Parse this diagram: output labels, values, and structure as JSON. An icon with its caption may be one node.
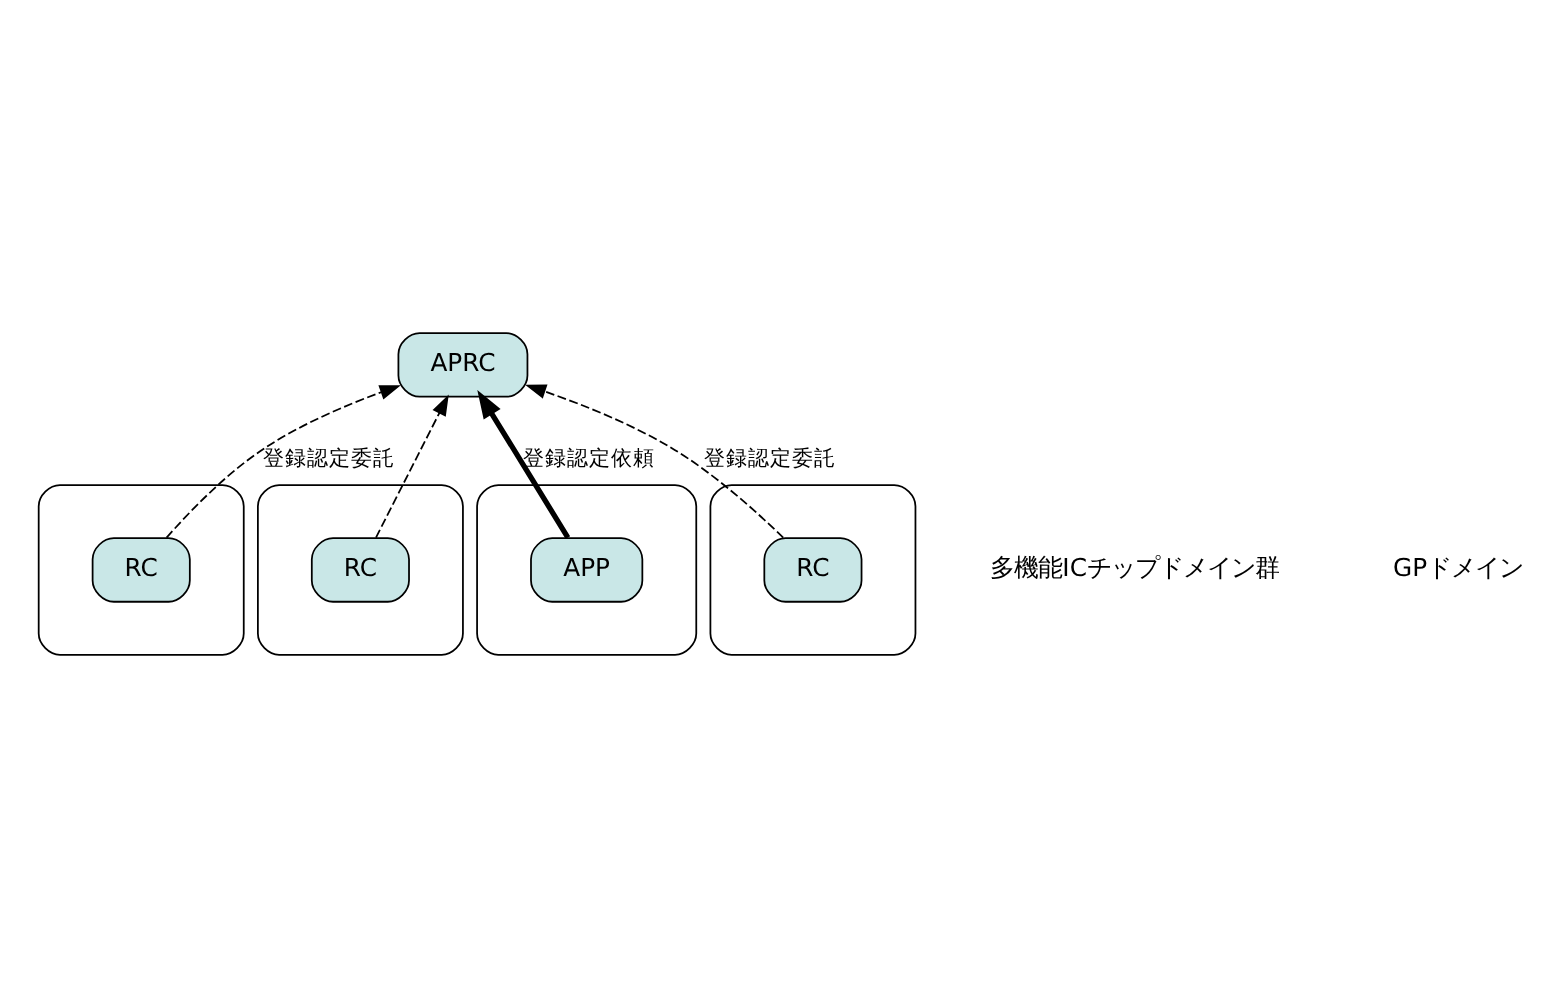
{
  "diagram": {
    "nodes": [
      {
        "text": [
          "APRC"
        ]
      },
      {
        "text": [],
        "shape": "ellipse"
      },
      {
        "text": [
          "RC"
        ],
        "in": 1
      },
      {
        "text": [],
        "shape": "ellipse"
      },
      {
        "text": [
          "RC"
        ],
        "in": 3
      },
      {
        "text": [],
        "shape": "ellipse"
      },
      {
        "text": [
          "APP"
        ],
        "in": 5
      },
      {
        "text": [],
        "shape": "ellipse"
      },
      {
        "text": [
          "RC"
        ],
        "in": 7
      }
    ],
    "edges": [
      {
        "from": 2,
        "to": 0,
        "arrow": "to",
        "style": "dashed",
        "label": "登録認定委託"
      },
      {
        "from": 4,
        "to": 0,
        "arrow": "to",
        "style": "dashed"
      },
      {
        "from": 8,
        "to": 0,
        "arrow": "to",
        "style": "dashed",
        "label": "登録認定委託"
      },
      {
        "from": 6,
        "to": 0,
        "arrow": "to",
        "style": "thick",
        "label": "登録認定依頼"
      }
    ],
    "labels": [
      "多機能ICチップドメイン群",
      "GPドメイン"
    ]
  }
}
